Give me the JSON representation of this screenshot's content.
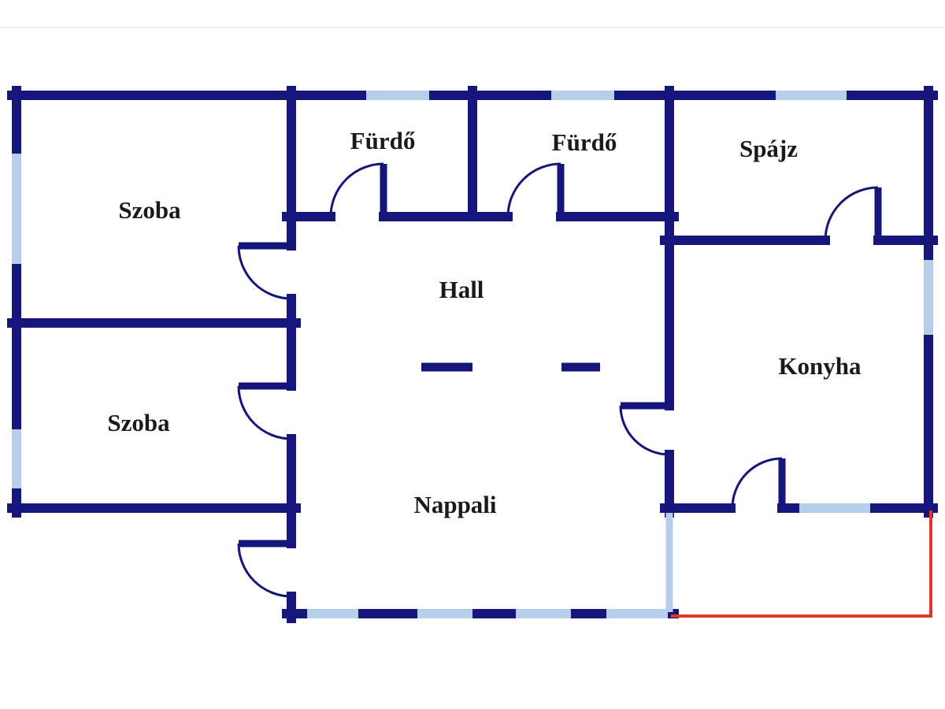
{
  "floorplan": {
    "rooms": [
      {
        "id": "szoba-1",
        "label": "Szoba"
      },
      {
        "id": "furdo-1",
        "label": "Fürdő"
      },
      {
        "id": "furdo-2",
        "label": "Fürdő"
      },
      {
        "id": "spajz",
        "label": "Spájz"
      },
      {
        "id": "hall",
        "label": "Hall"
      },
      {
        "id": "konyha",
        "label": "Konyha"
      },
      {
        "id": "szoba-2",
        "label": "Szoba"
      },
      {
        "id": "nappali",
        "label": "Nappali"
      }
    ],
    "colors": {
      "wall": "#15157B",
      "window": "#B5CEEA",
      "red": "#D93A2B",
      "label": "#1A1A1A",
      "background": "#FFFFFF",
      "divider": "#DCDCDC"
    }
  }
}
